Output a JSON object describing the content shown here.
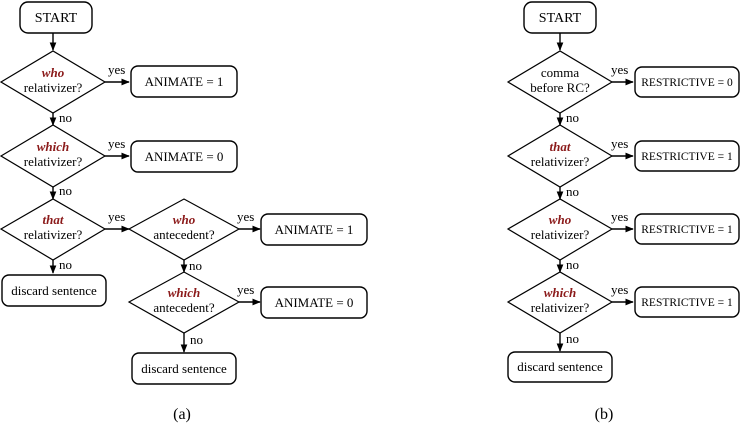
{
  "panel_a": {
    "caption": "(a)",
    "start": "START",
    "d1": {
      "kw": "who",
      "text": "relativizer?"
    },
    "d2": {
      "kw": "which",
      "text": "relativizer?"
    },
    "d3": {
      "kw": "that",
      "text": "relativizer?"
    },
    "d4": {
      "kw": "who",
      "text": "antecedent?"
    },
    "d5": {
      "kw": "which",
      "text": "antecedent?"
    },
    "r1": "ANIMATE = 1",
    "r2": "ANIMATE = 0",
    "r3": "ANIMATE = 1",
    "r4": "ANIMATE = 0",
    "discard1": "discard sentence",
    "discard2": "discard sentence"
  },
  "panel_b": {
    "caption": "(b)",
    "start": "START",
    "d1": {
      "line1": "comma",
      "line2": "before RC?"
    },
    "d2": {
      "kw": "that",
      "text": "relativizer?"
    },
    "d3": {
      "kw": "who",
      "text": "relativizer?"
    },
    "d4": {
      "kw": "which",
      "text": "relativizer?"
    },
    "r1": "RESTRICTIVE = 0",
    "r2": "RESTRICTIVE = 1",
    "r3": "RESTRICTIVE = 1",
    "r4": "RESTRICTIVE = 1",
    "discard": "discard sentence"
  },
  "labels": {
    "yes": "yes",
    "no": "no"
  },
  "colors": {
    "keyword": "#8b1a1a",
    "stroke": "#000000"
  }
}
